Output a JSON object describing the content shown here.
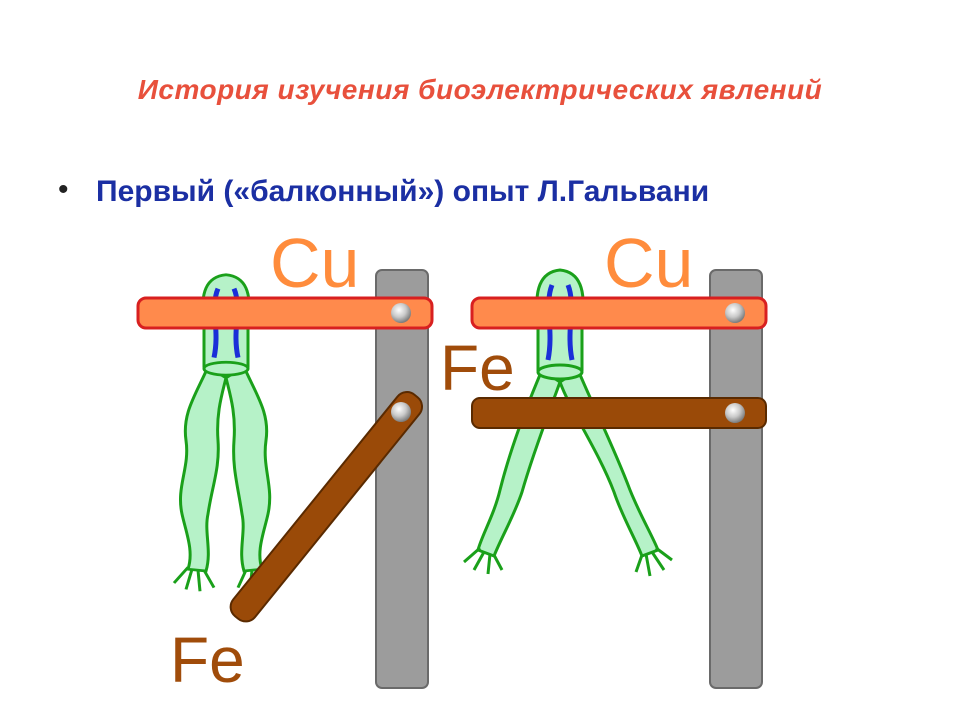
{
  "slide": {
    "title": "История изучения биоэлектрических явлений",
    "bullet": "Первый («балконный») опыт Л.Гальвани"
  },
  "diagram": {
    "left": {
      "copper_label": "Cu",
      "iron_label": "Fe"
    },
    "right": {
      "copper_label": "Cu",
      "iron_label": "Fe"
    }
  },
  "colors": {
    "title": "#e8503c",
    "bullet_text": "#1b2fa3",
    "copper": "#ff8a4c",
    "iron": "#9a4a08",
    "post": "#9c9c9c",
    "frog_fill": "#b6f2c8",
    "frog_outline": "#1aa01a",
    "nerve": "#1a2fd8"
  }
}
